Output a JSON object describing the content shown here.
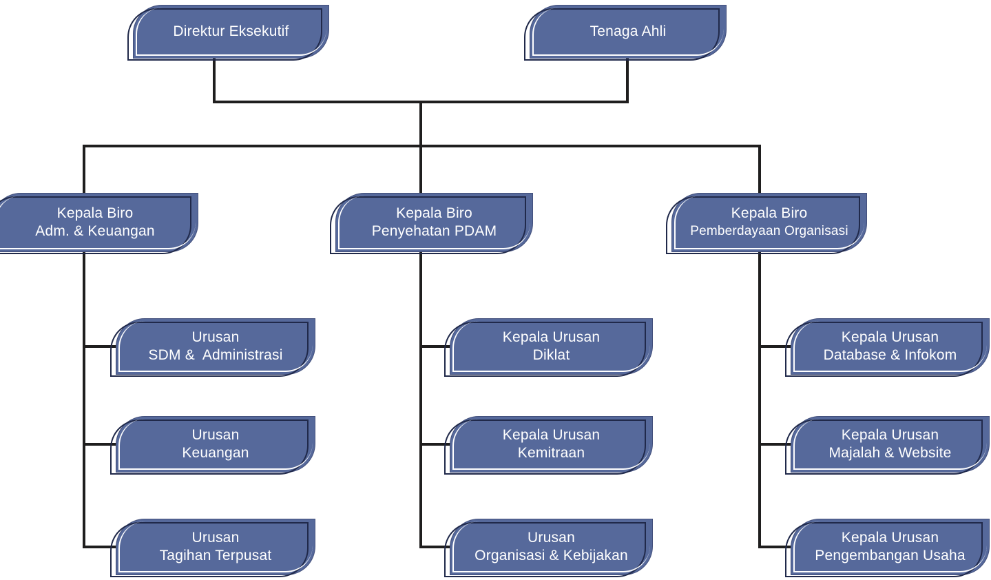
{
  "diagram_type": "organizational-chart",
  "org": {
    "executives": [
      {
        "id": "direktur-eksekutif",
        "lines": [
          "Direktur Eksekutif"
        ]
      },
      {
        "id": "tenaga-ahli",
        "lines": [
          "Tenaga Ahli"
        ]
      }
    ],
    "bureaus": [
      {
        "id": "kepala-biro-adm-keuangan",
        "lines": [
          "Kepala Biro",
          "Adm. & Keuangan"
        ],
        "children": [
          {
            "id": "urusan-sdm-administrasi",
            "lines": [
              "Urusan",
              "SDM &  Administrasi"
            ]
          },
          {
            "id": "urusan-keuangan",
            "lines": [
              "Urusan",
              "Keuangan"
            ]
          },
          {
            "id": "urusan-tagihan-terpusat",
            "lines": [
              "Urusan",
              "Tagihan Terpusat"
            ]
          }
        ]
      },
      {
        "id": "kepala-biro-penyehatan-pdam",
        "lines": [
          "Kepala Biro",
          "Penyehatan PDAM"
        ],
        "children": [
          {
            "id": "kepala-urusan-diklat",
            "lines": [
              "Kepala Urusan",
              "Diklat"
            ]
          },
          {
            "id": "kepala-urusan-kemitraan",
            "lines": [
              "Kepala Urusan",
              "Kemitraan"
            ]
          },
          {
            "id": "urusan-organisasi-kebijakan",
            "lines": [
              "Urusan",
              "Organisasi & Kebijakan"
            ]
          }
        ]
      },
      {
        "id": "kepala-biro-pemberdayaan-organisasi",
        "lines": [
          "Kepala Biro",
          "Pemberdayaan Organisasi"
        ],
        "children": [
          {
            "id": "kepala-urusan-database-infokom",
            "lines": [
              "Kepala Urusan",
              "Database & Infokom"
            ]
          },
          {
            "id": "kepala-urusan-majalah-website",
            "lines": [
              "Kepala Urusan",
              "Majalah & Website"
            ]
          },
          {
            "id": "kepala-urusan-pengembangan-usaha",
            "lines": [
              "Kepala Urusan",
              "Pengembangan Usaha"
            ]
          }
        ]
      }
    ]
  },
  "colors": {
    "node_fill": "#56699b",
    "node_border": "#424f7b",
    "node_outline": "#20294a",
    "inner_highlight": "#ffffff",
    "connector": "#1f1e1e",
    "text": "#ffffff"
  }
}
